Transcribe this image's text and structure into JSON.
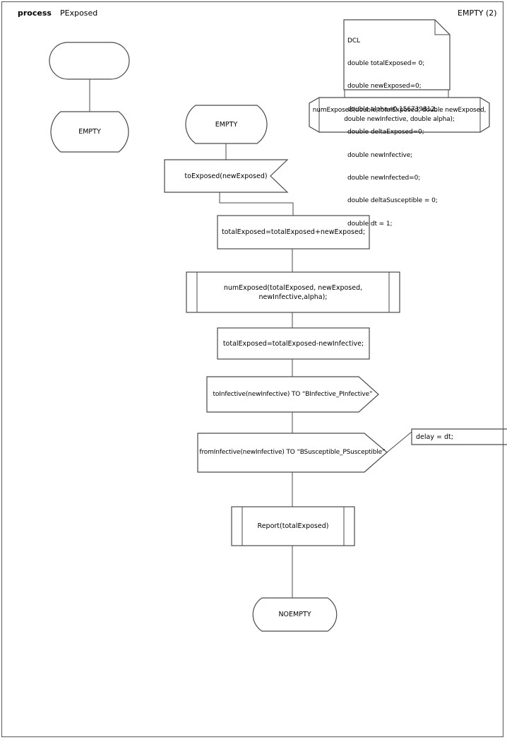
{
  "header": {
    "kind_label": "process",
    "process_name": "PExposed",
    "page_label": "EMPTY (2)"
  },
  "declarations": {
    "title": "DCL",
    "lines": [
      "double totalExposed= 0;",
      "double newExposed=0;",
      "double alpha=0.156739812;",
      "double deltaExposed=0;",
      "double newInfective;",
      "double newInfected=0;",
      "double deltaSusceptible = 0;",
      "double dt = 1;"
    ]
  },
  "procedure_declaration": {
    "line1": "numExposed(double totalExposed, double newExposed,",
    "line2": "double newInfective, double alpha);"
  },
  "left_flow": {
    "state": "EMPTY"
  },
  "flow": {
    "initial_state": "EMPTY",
    "input_signal": "toExposed(newExposed)",
    "task_add": "totalExposed=totalExposed+newExposed;",
    "proc_call_line1": "numExposed(totalExposed, newExposed,",
    "proc_call_line2": "newInfective,alpha);",
    "task_sub": "totalExposed=totalExposed-newInfective;",
    "output_to_infective": "toInfective(newInfective) TO “BInfective_PInfective”",
    "output_from_infective": "fromInfective(newInfective) TO “BSusceptible_PSusceptible”",
    "comment": "delay = dt;",
    "report_call": "Report(totalExposed)",
    "end_state": "NOEMPTY"
  }
}
